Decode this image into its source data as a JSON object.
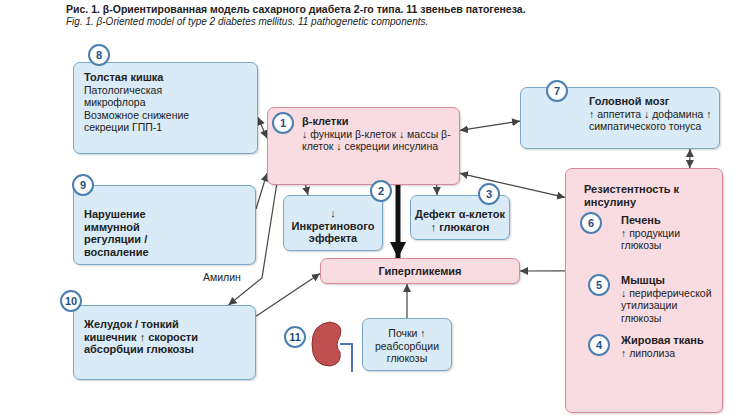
{
  "diagram": {
    "title": "Рис. 1. β-Ориентированная модель сахарного диабета 2-го типа. 11 звеньев патогенеза.",
    "caption": "Fig. 1. β-Oriented model of type 2 diabetes mellitus. 11 pathogenetic components.",
    "nodes": [
      {
        "text": [
          "Толстая кишка",
          "Патологическая микрофлора Возможное снижение секреции ГПП-1"
        ]
      },
      {
        "text": [
          "β-клетки",
          "↓ функции β-клеток ↓ массы β-клеток ↓ секреции инсулина"
        ]
      },
      {
        "text": [
          "Головной мозг",
          "↑ аппетита ↓ дофамина ↑ симпатического тонуса"
        ]
      },
      {
        "text": [
          "↓ Инкретинового эффекта"
        ]
      },
      {
        "text": [
          "Дефект α-клеток ↑ глюкагон"
        ]
      },
      {
        "text": [
          "Резистентность к инсулину"
        ]
      },
      {
        "text": [
          "Печень",
          "↑ продукции глюкозы"
        ],
        "in": 5
      },
      {
        "text": [
          "Мышцы",
          "↓ периферической утилизации глюкозы"
        ],
        "in": 5
      },
      {
        "text": [
          "Жировая ткань",
          "↑ липолиза"
        ],
        "in": 5
      },
      {
        "text": [
          "Нарушение иммунной регуляции / воспаление"
        ]
      },
      {
        "text": [
          "Гипергликемия"
        ]
      },
      {
        "text": [
          "Желудок / тонкий кишечник ↑ скорости абсорбции глюкозы"
        ]
      },
      {
        "text": [
          "Почки ↑ реабсорбции глюкозы"
        ]
      }
    ],
    "edges": [
      {
        "from": 0,
        "to": 1,
        "arrow": "both"
      },
      {
        "from": 1,
        "to": 3,
        "arrow": "to"
      },
      {
        "from": 1,
        "to": 4,
        "arrow": "to"
      },
      {
        "from": 1,
        "to": 10,
        "arrow": "to"
      },
      {
        "from": 2,
        "to": 1,
        "arrow": "both"
      },
      {
        "from": 2,
        "to": 5,
        "arrow": "both"
      },
      {
        "from": 1,
        "to": 5,
        "arrow": "both"
      },
      {
        "from": 9,
        "to": 1,
        "arrow": "to"
      },
      {
        "from": 1,
        "to": 11,
        "label": "Амилин",
        "arrow": "to"
      },
      {
        "from": 5,
        "to": 10,
        "arrow": "to"
      },
      {
        "from": 11,
        "to": 10,
        "arrow": "to"
      },
      {
        "from": 12,
        "to": 10,
        "arrow": "to"
      }
    ],
    "labels": [
      "8",
      "1",
      "7",
      "2",
      "3",
      "6",
      "9",
      "5",
      "4",
      "10",
      "11"
    ]
  }
}
